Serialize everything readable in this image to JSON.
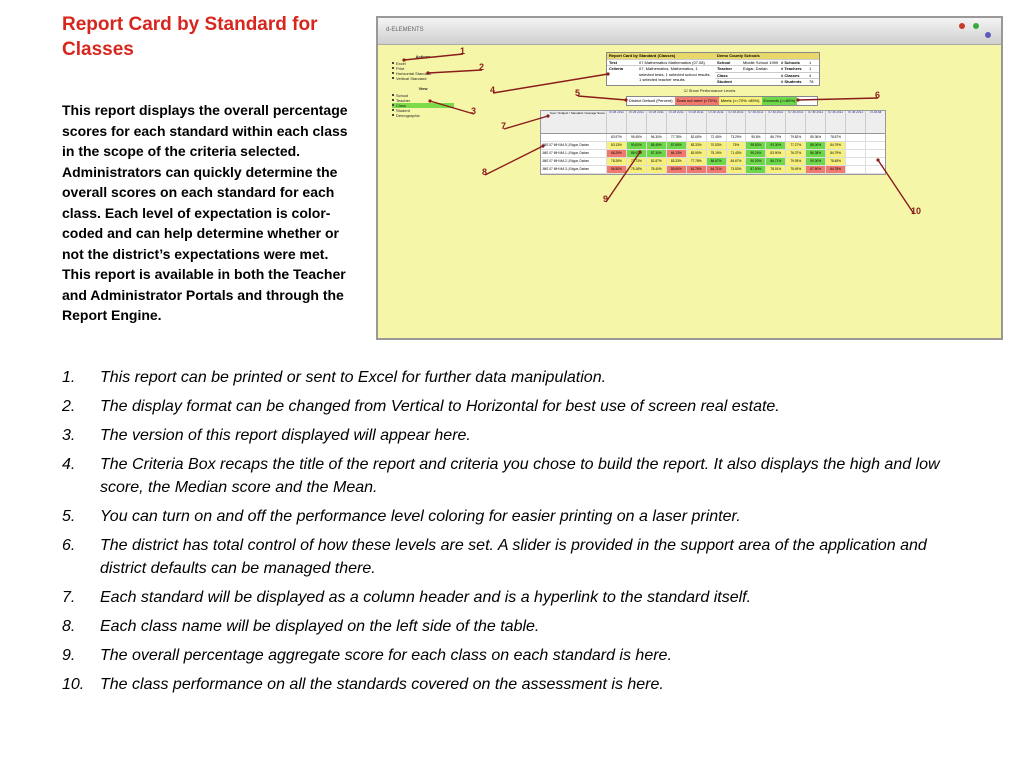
{
  "title": "Report Card by Standard for Classes",
  "description": "This report displays the overall percentage scores for each standard within each class in the scope of the criteria selected. Administrators can quickly determine the overall scores on each standard for each class. Each level of expectation is color-coded and can help determine whether or not the district’s expectations were met. This report is available in both the Teacher and Administrator Portals and through the Report Engine.",
  "notes": [
    {
      "num": "1.",
      "text": "This report can be printed or sent to Excel for further data manipulation."
    },
    {
      "num": "2.",
      "text": "The display format can be changed from Vertical to Horizontal for best use of screen real estate."
    },
    {
      "num": "3.",
      "text": "The version of this report displayed will appear here."
    },
    {
      "num": "4.",
      "text": "The Criteria Box recaps the title of the report and criteria you chose to build the report. It also displays the high and low score, the Median score and the Mean."
    },
    {
      "num": "5.",
      "text": "You can turn on and off the performance level coloring for easier printing on a laser printer."
    },
    {
      "num": "6.",
      "text": "The district has total control of how these levels are set. A slider is provided in the support area of the application and district defaults can be managed there."
    },
    {
      "num": "7.",
      "text": "Each standard will be displayed as a column header and is a hyperlink to the standard itself."
    },
    {
      "num": "8.",
      "text": "Each class name will be displayed on the left side of the table."
    },
    {
      "num": "9.",
      "text": "The overall percentage aggregate score for each class on each standard is here."
    },
    {
      "num": "10.",
      "text": "The class performance on all the standards covered on the assessment is here."
    }
  ],
  "screenshot": {
    "logo": "d-ELEMENTS",
    "sidebar": {
      "actions_header": "Actions",
      "actions": [
        "Excel",
        "Print",
        "Horizontal Standard",
        "Vertical Standard"
      ],
      "view_header": "View",
      "views": [
        "School",
        "Teacher",
        "Class",
        "Student",
        "Demographic"
      ]
    },
    "criteria": {
      "report_title": "Report Card by Standard (Classes)",
      "district": "Demo County Schools",
      "test_label": "Test",
      "test_value": "07 Mathematics Mathematics (07.08)",
      "school_label": "School",
      "school_value": "Middle School 1999",
      "schools_label": "# Schools",
      "schools_value": "1",
      "criteria_label": "Criteria",
      "criteria_value": "07, Mathematics, Mathematics, 1 selected tests, 1 selected school results, 1 selected teacher results",
      "teacher_label": "Teacher",
      "teacher_value": "Edgar, Darian",
      "teachers_label": "# Teachers",
      "teachers_value": "1",
      "class_label": "Class",
      "classes_label": "# Classes",
      "classes_value": "4",
      "student_label": "Student",
      "students_label": "# Students",
      "students_value": "78"
    },
    "show_levels": "Show Performance Levels",
    "levels": [
      "District Default (Percent)",
      "Does not meet (<70%)",
      "Meets (>=70% <85%)",
      "Exceeds (>=85%)"
    ],
    "colors": {
      "red": "#f07a6e",
      "yellow": "#f7f07a",
      "green": "#6fd84a",
      "panel": "#f6f6a8",
      "annotation": "#8a1c1c"
    },
    "table": {
      "headers": [
        "07-M 2011",
        "07-M 2011",
        "07-M 2011",
        "07-M 2011",
        "07-M 2011",
        "07-M 2011",
        "07-M 2011",
        "07-M 2011",
        "07-M 2011",
        "07-M 2011",
        "07-M 2011",
        "07-M 2011",
        "07-M 2011",
        "07-M All"
      ],
      "row_label_header": "Year / Subject / Standard / Average Score",
      "averages": [
        "83.97%",
        "95.45%",
        "96.30%",
        "77.78%",
        "82.65%",
        "72.45%",
        "73.29%",
        "95.8%",
        "86.79%",
        "79.82%",
        "85.36%",
        "78.87%",
        "",
        ""
      ],
      "rows": [
        {
          "name": "JMS 07 MH MA 5 | Edgar, Darian",
          "values": [
            "83.13%",
            "90.00%",
            "85.45%",
            "87.69%",
            "83.33%",
            "70.53%",
            "75%",
            "95.83%",
            "93.30%",
            "77.27%",
            "85.00%",
            "84.79%",
            "",
            ""
          ]
        },
        {
          "name": "JMS 07 MH MA 1 | Edgar, Darian",
          "values": [
            "68.29%",
            "85.00%",
            "87.30%",
            "64.13%",
            "83.90%",
            "75.19%",
            "71.43%",
            "95.24%",
            "83.90%",
            "76.37%",
            "86.38%",
            "84.79%",
            "",
            ""
          ]
        },
        {
          "name": "JMS 07 MH MA 2 | Edgar, Darian",
          "values": [
            "78.26%",
            "72.73%",
            "81.87%",
            "83.33%",
            "77.78%",
            "86.67%",
            "84.67%",
            "90.00%",
            "86.71%",
            "79.93%",
            "90.00%",
            "78.48%",
            "",
            ""
          ]
        },
        {
          "name": "JMS 07 MH MA 3 | Edgar, Darian",
          "values": [
            "56.50%",
            "75.18%",
            "78.40%",
            "55.60%",
            "61.76%",
            "64.71%",
            "73.53%",
            "87.50%",
            "78.91%",
            "75.49%",
            "67.50%",
            "64.78%",
            "",
            ""
          ]
        }
      ]
    },
    "callouts": [
      "1",
      "2",
      "3",
      "4",
      "5",
      "6",
      "7",
      "8",
      "9",
      "10"
    ]
  }
}
